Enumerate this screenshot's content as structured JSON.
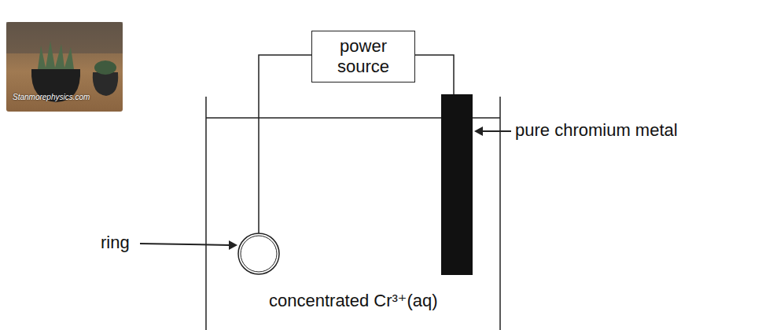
{
  "diagram": {
    "nodes": [
      {
        "text": [
          "power source"
        ]
      }
    ],
    "labels": [
      "pure chromium metal",
      "ring",
      "concentrated Cr³⁺(aq)",
      "Stanmorephysics.com"
    ]
  }
}
